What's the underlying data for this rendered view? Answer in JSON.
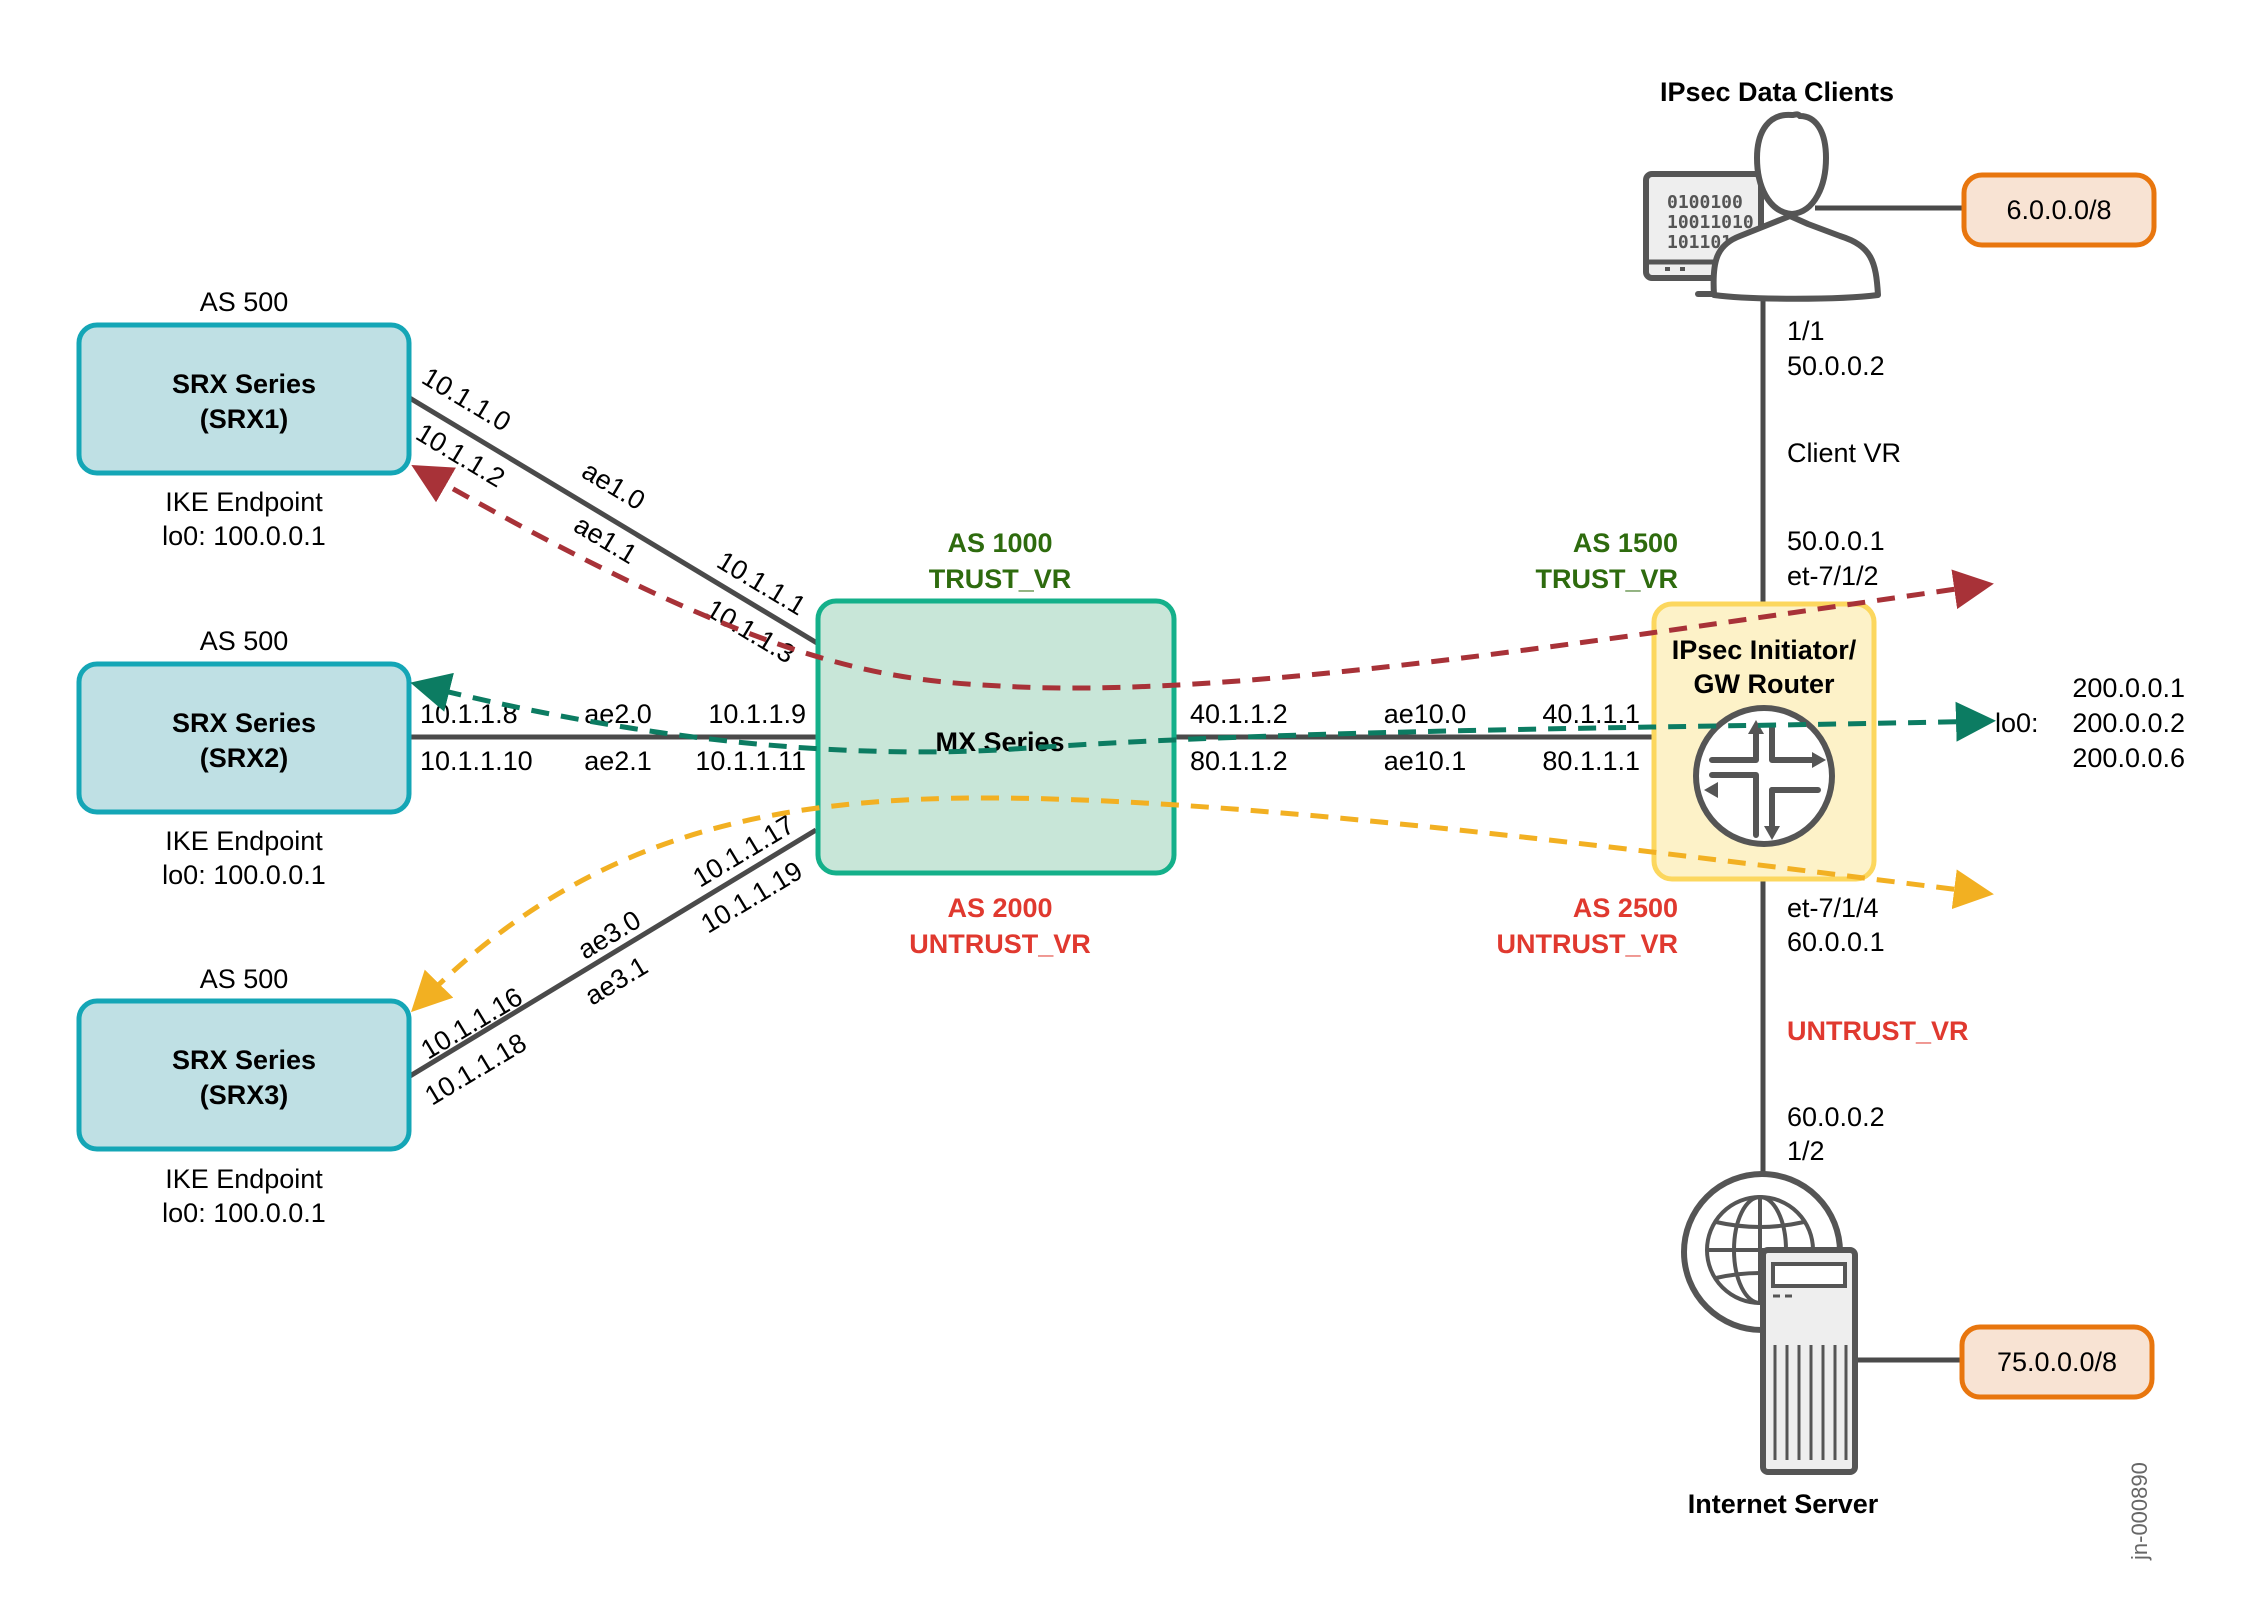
{
  "colors": {
    "srx_fill": "#bfe0e4",
    "srx_stroke": "#14a6b6",
    "mx_fill": "#c8e6d8",
    "mx_stroke": "#14b08a",
    "gw_fill": "#fdf2c8",
    "gw_stroke": "#fcd75e",
    "prefix_fill": "#f8e3d3",
    "prefix_stroke": "#e8760e",
    "trust_text": "#2e6b0e",
    "untrust_text": "#e0392f",
    "flow_red": "#a83238",
    "flow_green": "#0c7c62",
    "flow_yellow": "#f2b022",
    "line": "#4a4a4a"
  },
  "srx_nodes": [
    {
      "as_label": "AS 500",
      "title": "SRX Series",
      "subtitle": "(SRX1)",
      "role": "IKE Endpoint",
      "loopback": "lo0: 100.0.0.1"
    },
    {
      "as_label": "AS 500",
      "title": "SRX Series",
      "subtitle": "(SRX2)",
      "role": "IKE Endpoint",
      "loopback": "lo0: 100.0.0.1"
    },
    {
      "as_label": "AS 500",
      "title": "SRX Series",
      "subtitle": "(SRX3)",
      "role": "IKE Endpoint",
      "loopback": "lo0: 100.0.0.1"
    }
  ],
  "mx": {
    "title": "MX Series",
    "trust_as": "AS 1000",
    "trust_vr": "TRUST_VR",
    "untrust_as": "AS 2000",
    "untrust_vr": "UNTRUST_VR"
  },
  "links_srx": [
    {
      "srx_ip_a": "10.1.1.0",
      "srx_ip_b": "10.1.1.2",
      "ifl_a": "ae1.0",
      "ifl_b": "ae1.1",
      "mx_ip_a": "10.1.1.1",
      "mx_ip_b": "10.1.1.3"
    },
    {
      "srx_ip_a": "10.1.1.8",
      "srx_ip_b": "10.1.1.10",
      "ifl_a": "ae2.0",
      "ifl_b": "ae2.1",
      "mx_ip_a": "10.1.1.9",
      "mx_ip_b": "10.1.1.11"
    },
    {
      "srx_ip_a": "10.1.1.16",
      "srx_ip_b": "10.1.1.18",
      "ifl_a": "ae3.0",
      "ifl_b": "ae3.1",
      "mx_ip_a": "10.1.1.17",
      "mx_ip_b": "10.1.1.19"
    }
  ],
  "link_mx_gw": {
    "mx_ip_a": "40.1.1.2",
    "mx_ip_b": "80.1.1.2",
    "ifl_a": "ae10.0",
    "ifl_b": "ae10.1",
    "gw_ip_a": "40.1.1.1",
    "gw_ip_b": "80.1.1.1"
  },
  "gw": {
    "title_line1": "IPsec Initiator/",
    "title_line2": "GW Router",
    "trust_as": "AS 1500",
    "trust_vr": "TRUST_VR",
    "untrust_as": "AS 2500",
    "untrust_vr": "UNTRUST_VR",
    "icon": "router-icon",
    "loopback_label": "lo0:",
    "loopbacks": [
      "200.0.0.1",
      "200.0.0.2",
      "200.0.0.6"
    ]
  },
  "client_side": {
    "title": "IPsec Data Clients",
    "icon": "user-at-computer-icon",
    "screen_lines": [
      "0100100",
      "10011010",
      "101101"
    ],
    "prefix": "6.0.0.0/8",
    "port": "1/1",
    "client_ip": "50.0.0.2",
    "vr": "Client VR",
    "gw_ip": "50.0.0.1",
    "gw_port": "et-7/1/2"
  },
  "server_side": {
    "title": "Internet Server",
    "icon": "internet-server-icon",
    "prefix": "75.0.0.0/8",
    "gw_port": "et-7/1/4",
    "gw_ip": "60.0.0.1",
    "vr": "UNTRUST_VR",
    "server_ip": "60.0.0.2",
    "port": "1/2"
  },
  "flows": [
    {
      "name": "srx1-flow",
      "color": "#a83238",
      "from": "SRX1",
      "to": "beyond GW (Client VR side)"
    },
    {
      "name": "srx2-flow",
      "color": "#0c7c62",
      "from": "SRX2",
      "to": "GW lo0"
    },
    {
      "name": "srx3-flow",
      "color": "#f2b022",
      "from": "SRX3",
      "to": "beyond GW (Untrust side)"
    }
  ],
  "figure_id": "jn-000890"
}
